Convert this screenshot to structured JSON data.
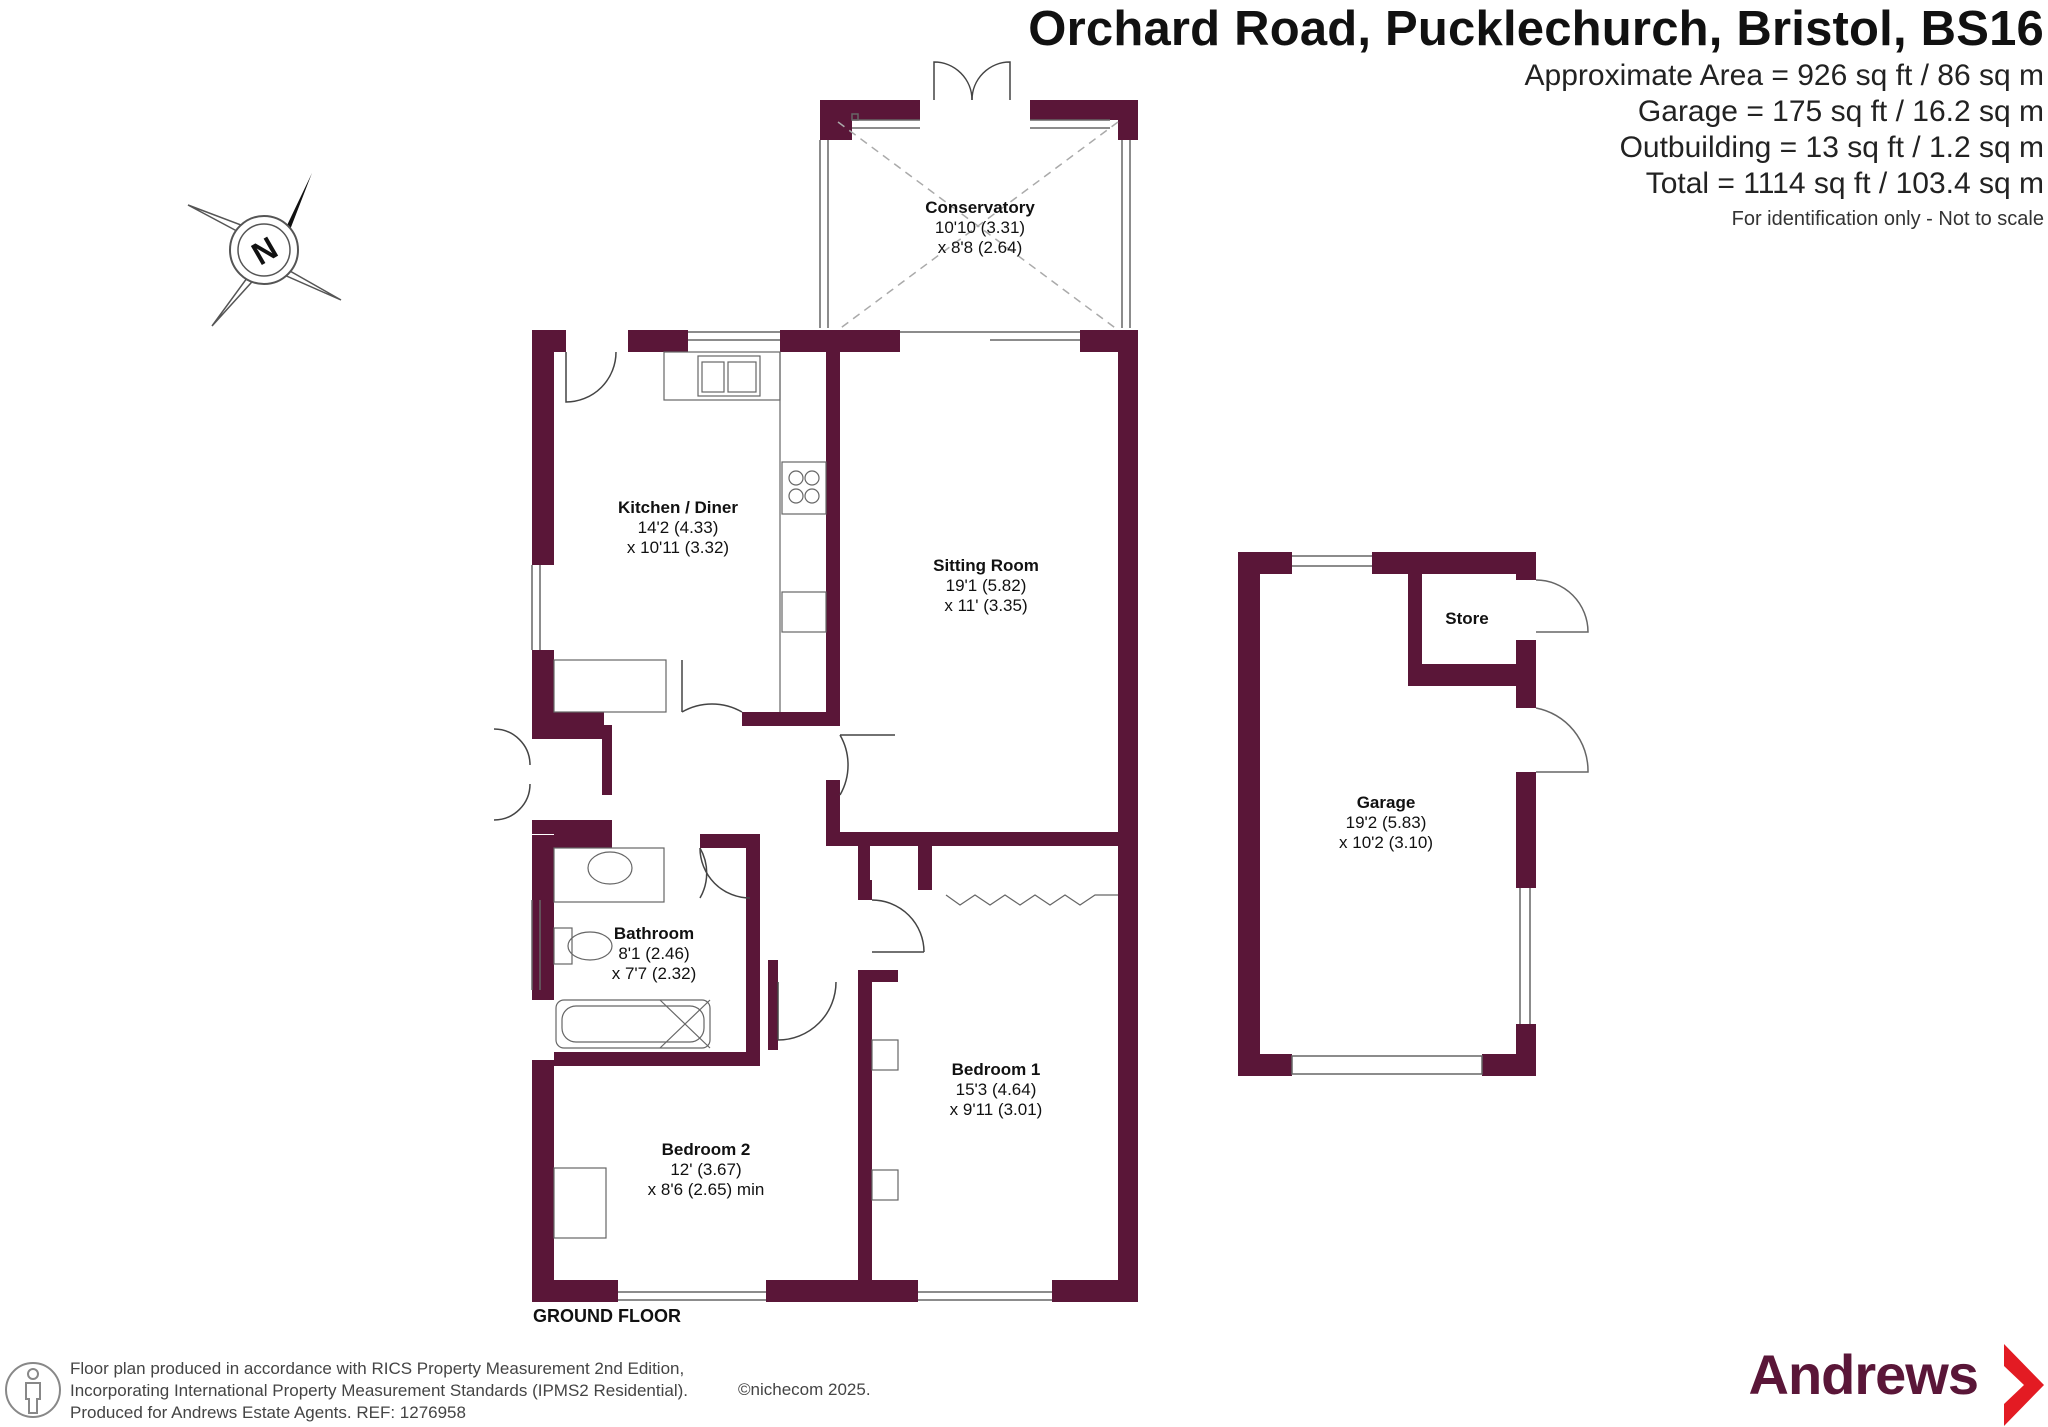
{
  "header": {
    "title": "Orchard Road, Pucklechurch, Bristol, BS16",
    "areas": [
      "Approximate Area = 926 sq ft / 86 sq m",
      "Garage = 175 sq ft / 16.2 sq m",
      "Outbuilding = 13 sq ft / 1.2 sq m",
      "Total = 1114 sq ft / 103.4 sq m"
    ],
    "disclaimer": "For identification only - Not to scale"
  },
  "compass": {
    "label": "N",
    "icon": "compass-icon"
  },
  "rooms": {
    "conservatory": {
      "name": "Conservatory",
      "dim1": "10'10 (3.31)",
      "dim2": "x 8'8 (2.64)"
    },
    "kitchen": {
      "name": "Kitchen / Diner",
      "dim1": "14'2 (4.33)",
      "dim2": "x 10'11 (3.32)"
    },
    "sitting": {
      "name": "Sitting Room",
      "dim1": "19'1 (5.82)",
      "dim2": "x 11' (3.35)"
    },
    "bathroom": {
      "name": "Bathroom",
      "dim1": "8'1 (2.46)",
      "dim2": "x 7'7 (2.32)"
    },
    "bedroom1": {
      "name": "Bedroom 1",
      "dim1": "15'3 (4.64)",
      "dim2": "x 9'11 (3.01)"
    },
    "bedroom2": {
      "name": "Bedroom 2",
      "dim1": "12' (3.67)",
      "dim2": "x 8'6 (2.65) min"
    },
    "garage": {
      "name": "Garage",
      "dim1": "19'2 (5.83)",
      "dim2": "x 10'2 (3.10)"
    },
    "store": {
      "name": "Store"
    }
  },
  "floor_label": "GROUND FLOOR",
  "footer": {
    "lines": [
      "Floor plan produced in accordance with RICS Property Measurement 2nd Edition,",
      "Incorporating International Property Measurement Standards (IPMS2 Residential).",
      "Produced for Andrews Estate Agents.    REF: 1276958"
    ],
    "copyright": "©nichecom 2025."
  },
  "brand": {
    "name": "Andrews",
    "color": "#5a1638",
    "accent": "#e31b23"
  },
  "colors": {
    "wall": "#5a1638",
    "window": "#ffffff",
    "fixture": "#555555"
  }
}
